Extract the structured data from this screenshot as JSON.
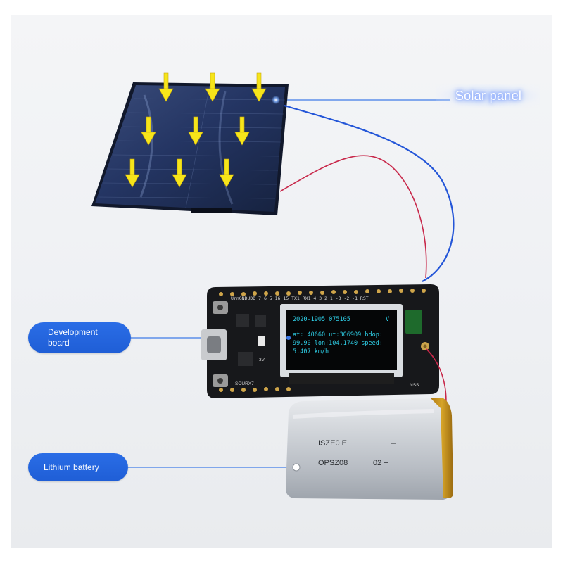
{
  "labels": {
    "solar_panel": "Solar panel",
    "development_board": "Development board",
    "lithium_battery": "Lithium battery"
  },
  "oled": {
    "line1": "2020-1905 075105",
    "line1_flag": "V",
    "line2": "at: 40660 ut:306909 hdop:",
    "line3": "99.90 lon:104.1740 speed:",
    "line4": "5.407 km/h"
  },
  "battery": {
    "line1": "ISZE0 E",
    "line1_right": "–",
    "line2": "OPSZ08",
    "line2_right": "02 +"
  },
  "board": {
    "top_pins": "UrnGNDUDD  7   6   5   16  15  TX1 RX1  4   3   2   1  -3  -2  -1 RST",
    "left_label": "SOURX7",
    "right_label": "3V",
    "bottom_right": "NSS"
  },
  "colors": {
    "callout_blue": "#1f5ed6",
    "arrow_yellow": "#f6e51a",
    "wire_blue": "#2456d8",
    "wire_red": "#c8284a",
    "oled_text": "#2fd0e8"
  }
}
